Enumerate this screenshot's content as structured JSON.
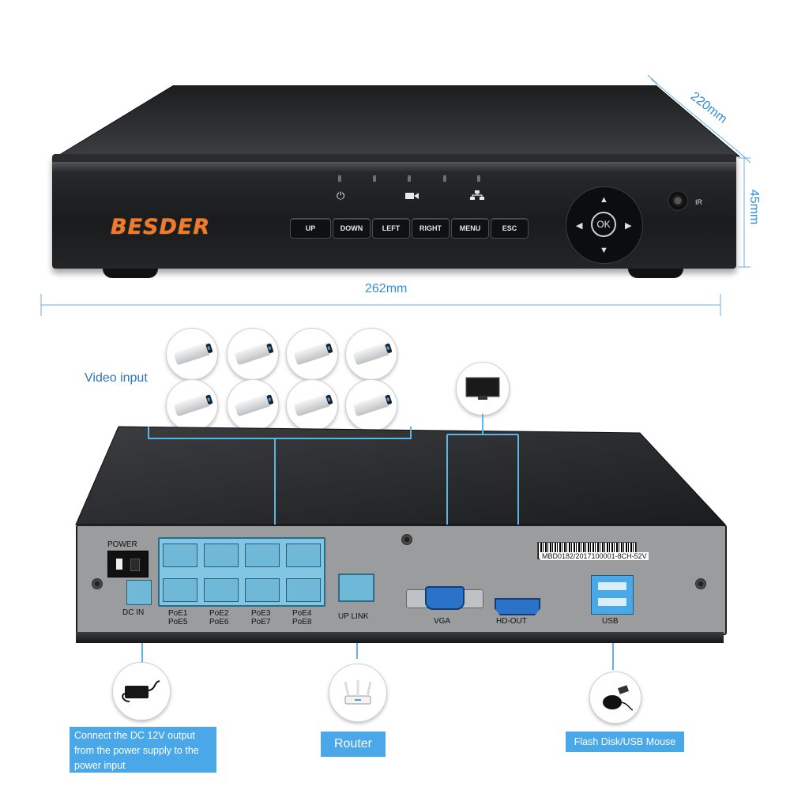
{
  "front_panel": {
    "logo": "BESDER",
    "buttons": [
      "UP",
      "DOWN",
      "LEFT",
      "RIGHT",
      "MENU",
      "ESC"
    ],
    "dpad_center": "OK",
    "ir_label": "IR",
    "indicator_icons": [
      "power-icon",
      "camera-icon",
      "network-icon"
    ]
  },
  "dimensions": {
    "depth": "220mm",
    "height": "45mm",
    "width": "262mm"
  },
  "cameras": {
    "label": "Video input",
    "count": 8
  },
  "rear_panel": {
    "power_label": "POWER",
    "dc_in_label": "DC IN",
    "poe_labels": [
      [
        "PoE1",
        "PoE5"
      ],
      [
        "PoE2",
        "PoE6"
      ],
      [
        "PoE3",
        "PoE7"
      ],
      [
        "PoE4",
        "PoE8"
      ]
    ],
    "uplink_label": "UP LINK",
    "vga_label": "VGA",
    "hdout_label": "HD-OUT",
    "usb_label": "USB",
    "serial_sticker": "MBD0182/2017100001-8CH-52V"
  },
  "callouts": {
    "power_supply": "Connect the DC 12V output from the power supply to the power input",
    "router": "Router",
    "usb": "Flash Disk/USB Mouse"
  },
  "colors": {
    "accent_blue": "#4aa8e8",
    "logo_orange": "#f07a28",
    "poe_port_blue": "#81c6e3"
  }
}
